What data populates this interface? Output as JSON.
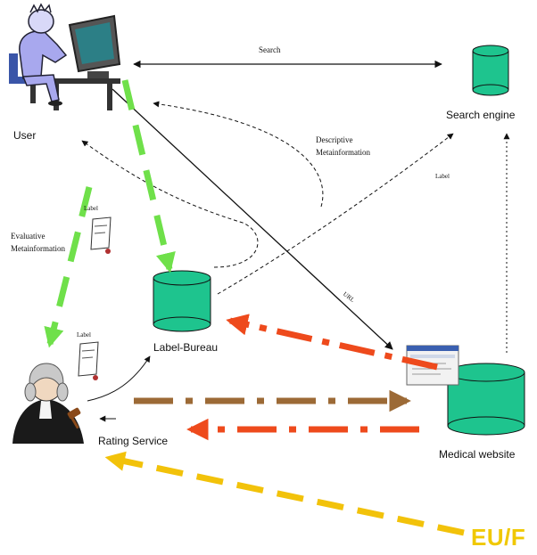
{
  "nodes": {
    "user": "User",
    "search_engine": "Search engine",
    "label_bureau": "Label-Bureau",
    "rating_service": "Rating Service",
    "medical_website": "Medical website"
  },
  "edge_labels": {
    "search": "Search",
    "descriptive_line1": "Descriptive",
    "descriptive_line2": "Metainformation",
    "evaluative_line1": "Evaluative",
    "evaluative_line2": "Metainformation",
    "label_top": "Label",
    "label_left": "Label",
    "label_right": "Label",
    "url": "URL"
  },
  "footer_tag": "EU/F",
  "colors": {
    "database": "#1ec48e",
    "green_arrow": "#6fe04a",
    "orange_arrow": "#ee4a1c",
    "brown_arrow": "#9c6a36",
    "yellow_arrow": "#f2c20a",
    "eu_text": "#f0c800"
  }
}
